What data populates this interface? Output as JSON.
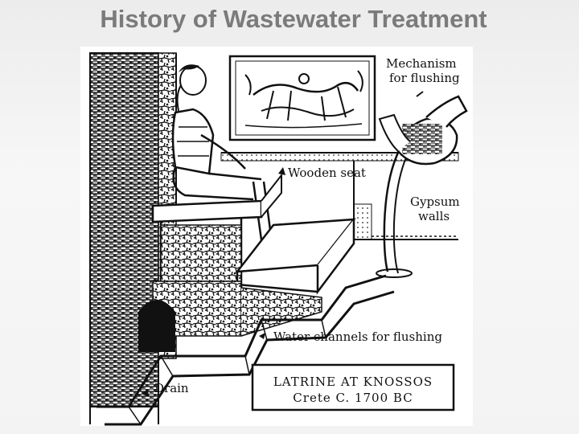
{
  "slide": {
    "title": "History of Wastewater Treatment"
  },
  "illustration": {
    "labels": {
      "mechanism_line1": "Mechanism",
      "mechanism_line2": "for flushing",
      "wooden_seat": "Wooden seat",
      "gypsum_line1": "Gypsum",
      "gypsum_line2": "walls",
      "water_channels": "Water channels for flushing",
      "drain": "Drain"
    },
    "caption": {
      "title": "LATRINE AT KNOSSOS",
      "subtitle": "Crete   C. 1700 BC"
    }
  },
  "colors": {
    "title_text": "#7b7b7b",
    "ink": "#111111",
    "paper": "#ffffff"
  }
}
